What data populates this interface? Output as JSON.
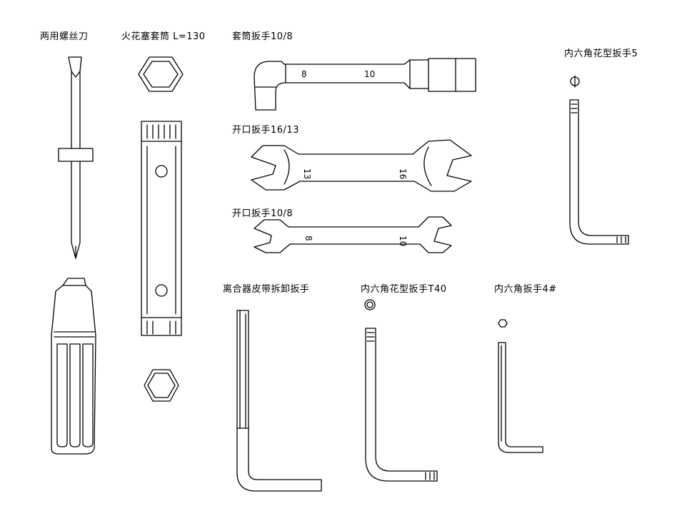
{
  "tools": {
    "screwdriver": {
      "label": "两用螺丝刀"
    },
    "spark_plug_socket": {
      "label": "火花塞套筒 L=130"
    },
    "socket_wrench": {
      "label": "套筒扳手10/8",
      "mark_small": "8",
      "mark_large": "10"
    },
    "open_wrench_16_13": {
      "label": "开口扳手16/13",
      "mark_left": "13",
      "mark_right": "16"
    },
    "open_wrench_10_8": {
      "label": "开口扳手10/8",
      "mark_left": "8",
      "mark_right": "10"
    },
    "hex_torx_5": {
      "label": "内六角花型扳手5"
    },
    "clutch_belt_tool": {
      "label": "离合器皮带拆卸扳手"
    },
    "hex_torx_t40": {
      "label": "内六角花型扳手T40"
    },
    "hex_wrench_4": {
      "label": "内六角扳手4#"
    }
  }
}
